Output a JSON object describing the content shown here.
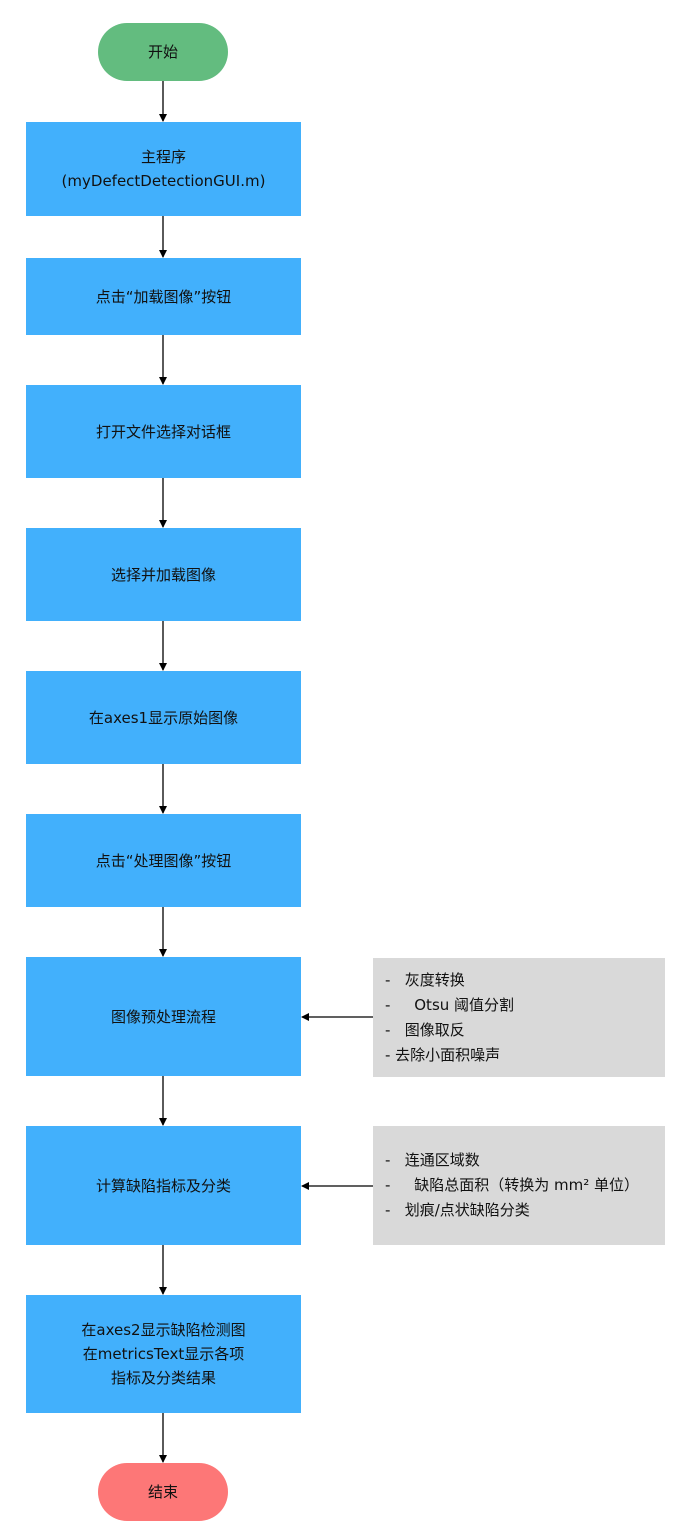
{
  "colors": {
    "start": "#63bc7f",
    "end": "#fd7777",
    "process": "#42b0fc",
    "note": "#d9d9d9",
    "connector": "#000000"
  },
  "nodes": {
    "start": "开始",
    "main_program": "主程序\n(myDefectDetectionGUI.m)",
    "click_load": "点击“加载图像”按钮",
    "open_dialog": "打开文件选择对话框",
    "select_load": "选择并加载图像",
    "show_original": "在axes1显示原始图像",
    "click_process": "点击“处理图像”按钮",
    "preprocess": "图像预处理流程",
    "compute": "计算缺陷指标及分类",
    "display_results": "在axes2显示缺陷检测图\n在metricsText显示各项\n指标及分类结果",
    "end": "结束"
  },
  "notes": {
    "preprocess_steps": [
      "-   灰度转换",
      "-     Otsu 阈值分割",
      "-   图像取反",
      "- 去除小面积噪声"
    ],
    "compute_steps": [
      "-   连通区域数",
      "-     缺陷总面积（转换为 mm² 单位）",
      "-   划痕/点状缺陷分类"
    ]
  }
}
